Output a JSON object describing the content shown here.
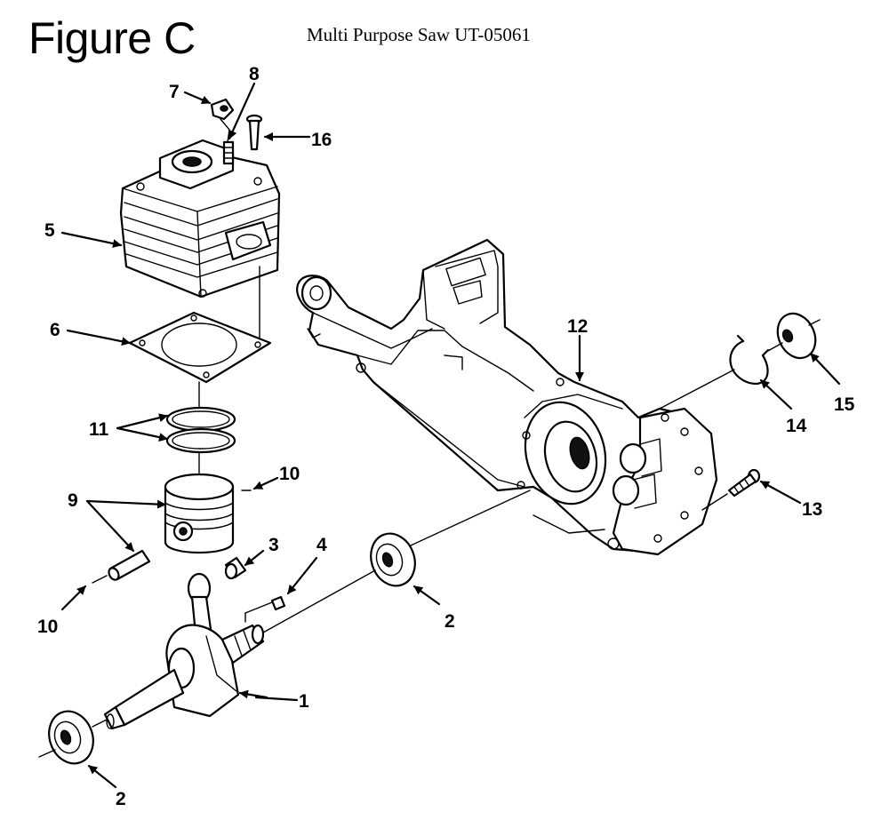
{
  "header": {
    "figure_label": "Figure C",
    "model_title": "Multi Purpose Saw UT-05061"
  },
  "callouts": {
    "c1": "1",
    "c2a": "2",
    "c2b": "2",
    "c3": "3",
    "c4": "4",
    "c5": "5",
    "c6": "6",
    "c7": "7",
    "c8": "8",
    "c9": "9",
    "c10a": "10",
    "c10b": "10",
    "c11": "11",
    "c12": "12",
    "c13": "13",
    "c14": "14",
    "c15": "15",
    "c16": "16"
  },
  "colors": {
    "ink": "#000000",
    "paper": "#ffffff"
  }
}
